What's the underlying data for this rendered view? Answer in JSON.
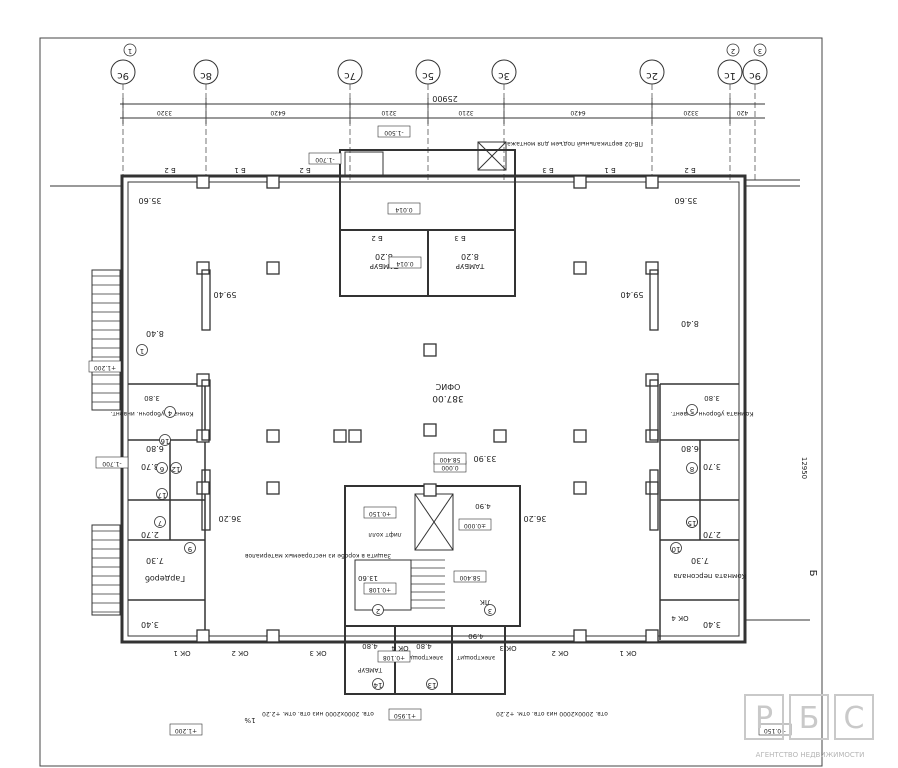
{
  "axes_top": [
    "9с",
    "8с",
    "7с",
    "5с",
    "3с",
    "2с",
    "1с",
    "9с"
  ],
  "axes_top_extra": [
    "1",
    "2",
    "3"
  ],
  "axis_right": "Б",
  "dims_top": {
    "total": "25900",
    "segments": [
      "3320",
      "6420",
      "3210",
      "3210",
      "6420",
      "3320",
      "420"
    ]
  },
  "dim_right": "12950",
  "rooms": [
    {
      "id": "hall",
      "name": "ОФИС",
      "area": "387.00"
    },
    {
      "id": "tambour_left",
      "name": "ТАМБУР",
      "area": "8.20"
    },
    {
      "id": "tambour_right",
      "name": "ТАМБУР",
      "area": "8.20"
    },
    {
      "id": "wardrobe",
      "name": "Гардероб",
      "area": "7.30"
    },
    {
      "id": "staff",
      "name": "Комната персонала",
      "area": "7.30"
    },
    {
      "id": "clean_left",
      "name": "Комната уборочн. инвент.",
      "area": "3.80"
    },
    {
      "id": "clean_right",
      "name": "Комната уборочн. инвент.",
      "area": "3.80"
    },
    {
      "id": "entrance_hall",
      "name": "ТАМБУР",
      "area": "4.80"
    },
    {
      "id": "el1",
      "name": "электрощит",
      "area": "4.80"
    },
    {
      "id": "el2",
      "name": "электрощит",
      "area": "4.90"
    },
    {
      "id": "lift",
      "name": "лифт холл",
      "area": "13.60"
    },
    {
      "id": "shaft",
      "name": "",
      "area": "4.90"
    },
    {
      "id": "stair",
      "name": "ЛК",
      "area": ""
    }
  ],
  "areas_misc": [
    "35.60",
    "35.60",
    "59.40",
    "59.40",
    "8.40",
    "8.40",
    "6.80",
    "6.80",
    "36.20",
    "36.20",
    "33.90",
    "3.70",
    "3.70",
    "2.70",
    "2.70",
    "3.40",
    "3.40"
  ],
  "levels": [
    "0.000",
    "±0.000",
    "0.014",
    "0.014",
    "-1.500",
    "-1.700",
    "-1.700",
    "+1.200",
    "+1.200",
    "+0.150",
    "+0.150",
    "+0.108",
    "+0.108",
    "+1.950",
    "58.400",
    "58.400"
  ],
  "beams": [
    "Б 1",
    "Б 2",
    "Б 2",
    "Б 3",
    "Б 3",
    "Б 1",
    "Б 2",
    "Б 2"
  ],
  "gutters": [
    "ОК 1",
    "ОК 2",
    "ОК 3",
    "ОК 4",
    "ОК 1",
    "ОК 2",
    "ОК 3",
    "ОК 4"
  ],
  "room_numbers": [
    "1",
    "2",
    "3",
    "4",
    "5",
    "6",
    "7",
    "8",
    "9",
    "10",
    "11",
    "12",
    "13",
    "14",
    "15",
    "16",
    "17"
  ],
  "notes": {
    "fan": "ПВ-02 вертикальный подъем для монтажа",
    "protect": "Защита в коробе из несгораемых материалов",
    "door_left": "отв. 2000х2000 низ отв. отм. +2.20",
    "door_right": "отв. 2000х2000 низ отв. отм. +2.20",
    "slope": "1%"
  },
  "watermark": {
    "letters": [
      "Р",
      "Б",
      "С"
    ],
    "caption": "АГЕНТСТВО НЕДВИЖИМОСТИ"
  },
  "colors": {
    "line": "#2a2a2a",
    "wall": "#3a3a3a",
    "paper": "#ffffff",
    "watermark": "#c9c9c9"
  }
}
